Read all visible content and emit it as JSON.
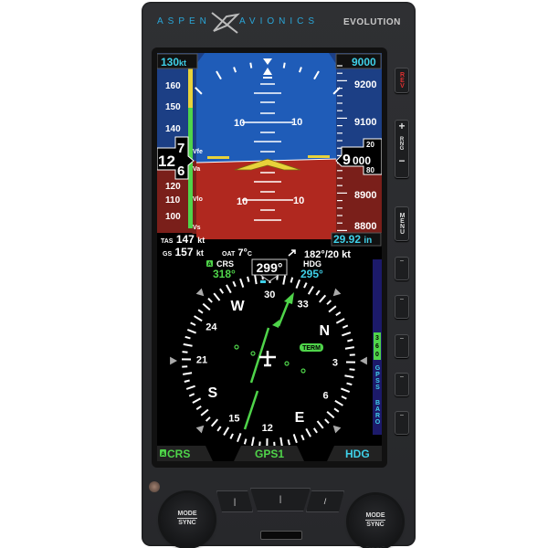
{
  "brand": {
    "left": "ASPEN",
    "right": "AVIONICS",
    "model": "EVOLUTION"
  },
  "colors": {
    "sky": "#1f5cb8",
    "ground": "#b0281f",
    "cyan": "#3fd0e8",
    "green": "#4fd44a",
    "yellow": "#e8d23a"
  },
  "pfd": {
    "selected_speed": "130",
    "selected_speed_unit": "kt",
    "selected_altitude": "9000",
    "speed_tape": [
      "160",
      "150",
      "140",
      "120",
      "110",
      "100"
    ],
    "speed_markers": [
      "Vfe",
      "Va",
      "Vlo",
      "Vs"
    ],
    "airspeed": {
      "hundreds_tens": "12",
      "ones_upper": "7",
      "ones_lower": "6"
    },
    "pitch_labels": [
      "10",
      "10",
      "10",
      "10"
    ],
    "altitude_tape": [
      "9200",
      "9100",
      "8900",
      "8800"
    ],
    "altitude": {
      "thousands": "9",
      "hundreds": "000",
      "upper": "20",
      "lower": "80"
    },
    "tas_label": "TAS",
    "tas": "147",
    "gs_label": "GS",
    "gs": "157",
    "speed_unit": "kt",
    "oat_label": "OAT",
    "oat": "7°",
    "oat_unit": "C",
    "wind": "182°/20 kt",
    "baro": "29.92",
    "baro_unit": "in"
  },
  "hsi": {
    "heading": "299°",
    "crs_label": "CRS",
    "crs_value": "318°",
    "hdg_label": "HDG",
    "hdg_value": "295°",
    "auto_badge": "A",
    "compass": [
      "N",
      "3",
      "6",
      "E",
      "12",
      "15",
      "S",
      "21",
      "24",
      "W",
      "30",
      "33"
    ],
    "term_badge": "TERM",
    "range": "360",
    "modes": [
      "GPSS",
      "BARO"
    ],
    "softkeys": {
      "left": "CRS",
      "center": "GPS1",
      "right": "HDG"
    }
  },
  "buttons": {
    "rev": "REV",
    "rng_plus": "+",
    "rng": "RNG",
    "rng_minus": "−",
    "menu": "MENU"
  },
  "knobs": {
    "mode": "MODE",
    "sync": "SYNC"
  }
}
